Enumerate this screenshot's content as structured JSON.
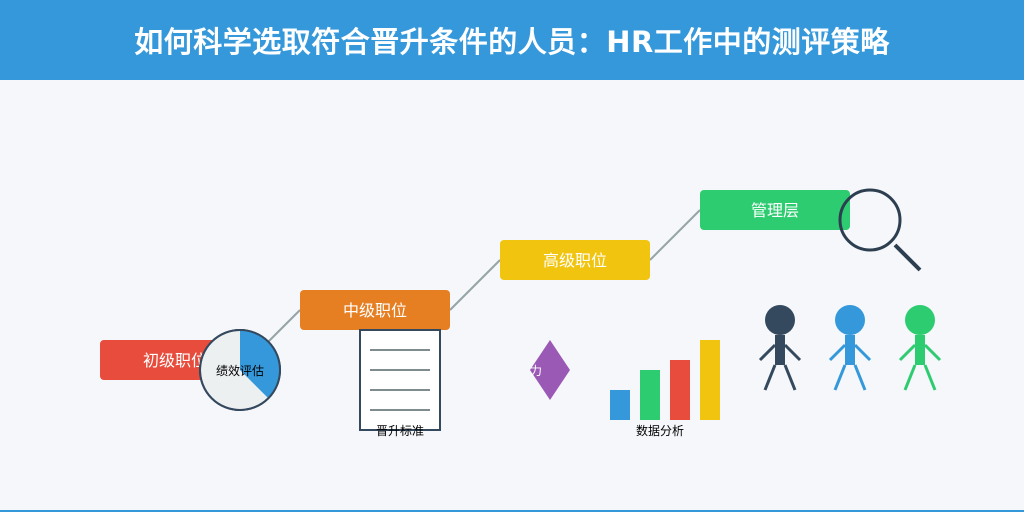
{
  "header": {
    "title": "如何科学选取符合晋升条件的人员：HR工作中的测评策略"
  },
  "levels": [
    {
      "label": "初级职位",
      "color": "#e74c3c"
    },
    {
      "label": "中级职位",
      "color": "#e67e22"
    },
    {
      "label": "高级职位",
      "color": "#f1c40f"
    },
    {
      "label": "管理层",
      "color": "#2ecc71"
    }
  ],
  "illustrations": {
    "pie_label": "绩效评估",
    "pie_fraction": 0.375,
    "pie_colors": {
      "fill": "#3498db",
      "base": "#ecf0f1",
      "stroke": "#34495e"
    },
    "document_label": "晋升标准",
    "diamond_label": "力",
    "diamond_color": "#9b59b6",
    "bars_label": "数据分析",
    "bars": [
      {
        "value": 3,
        "color": "#3498db"
      },
      {
        "value": 5,
        "color": "#2ecc71"
      },
      {
        "value": 6,
        "color": "#e74c3c"
      },
      {
        "value": 8,
        "color": "#f1c40f"
      }
    ],
    "people_colors": [
      "#34495e",
      "#3498db",
      "#2ecc71"
    ],
    "magnifier_color": "#2c3e50"
  },
  "colors": {
    "header_bg": "#3498db",
    "connector": "#95a5a6",
    "page_bg": "#f5f7fa"
  }
}
